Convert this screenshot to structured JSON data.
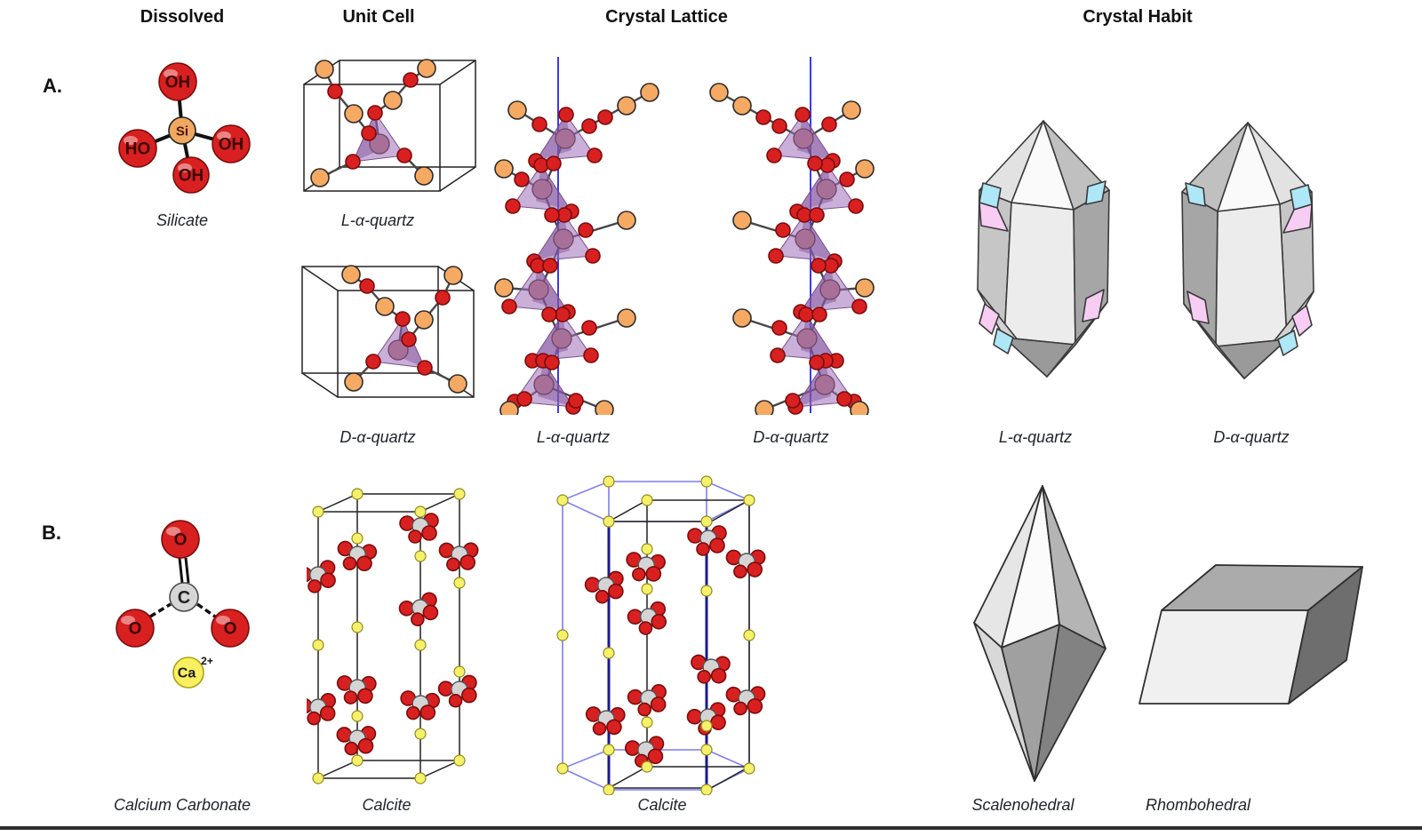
{
  "figure": {
    "headers": [
      "Dissolved",
      "Unit Cell",
      "Crystal Lattice",
      "Crystal Habit"
    ],
    "row_a": {
      "marker": "A.",
      "labels": {
        "dissolved": "Silicate",
        "unit_cell_1": "L-α-quartz",
        "unit_cell_2": "D-α-quartz",
        "lattice_1": "L-α-quartz",
        "lattice_2": "D-α-quartz",
        "habit_1": "L-α-quartz",
        "habit_2": "D-α-quartz"
      },
      "atoms": {
        "si": "Si",
        "oh_top": "OH",
        "ho_left": "HO",
        "oh_right": "OH",
        "oh_bottom": "OH"
      }
    },
    "row_b": {
      "marker": "B.",
      "labels": {
        "dissolved": "Calcium Carbonate",
        "unit_cell": "Calcite",
        "lattice": "Calcite",
        "habit_1": "Scalenohedral",
        "habit_2": "Rhombohedral"
      },
      "atoms": {
        "c": "C",
        "o_top": "O",
        "o_left": "O",
        "o_right": "O",
        "ca": "Ca",
        "charge": "2+"
      }
    },
    "colors": {
      "oxygen_atom": "#d92020",
      "silicon_atom": "#f5a963",
      "calcium_atom": "#f6f06a",
      "carbon_atom": "#d6d6d6",
      "tetrahedron": "#9e6eb8",
      "screw_axis_line": "#3a3aee",
      "hexagonal_cell_edge": "#7d7df2",
      "habit_accent_cyan": "#aee7f8",
      "habit_accent_pink": "#f7cdf3"
    }
  }
}
